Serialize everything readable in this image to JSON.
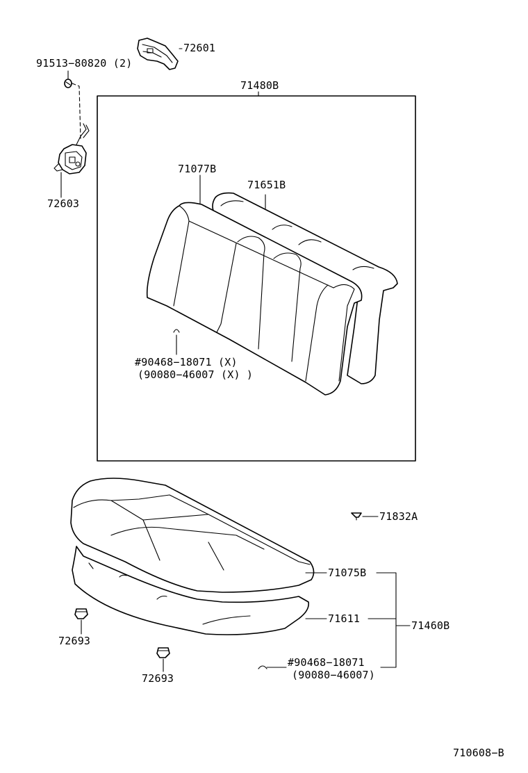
{
  "labels": {
    "p72601": "72601",
    "p91513": "91513−80820 (2)",
    "p71480b": "71480B",
    "p72603": "72603",
    "p71077b": "71077B",
    "p71651b": "71651B",
    "p90468_back": "#90468−18071 (X)",
    "p90080_back": "(90080−46007 (X) )",
    "p71832a": "71832A",
    "p71075b": "71075B",
    "p71611": "71611",
    "p71460b": "71460B",
    "p72693_a": "72693",
    "p72693_b": "72693",
    "p90468_cushion": "#90468−18071",
    "p90080_cushion": "(90080−46007)",
    "figure_id": "710608−B"
  }
}
